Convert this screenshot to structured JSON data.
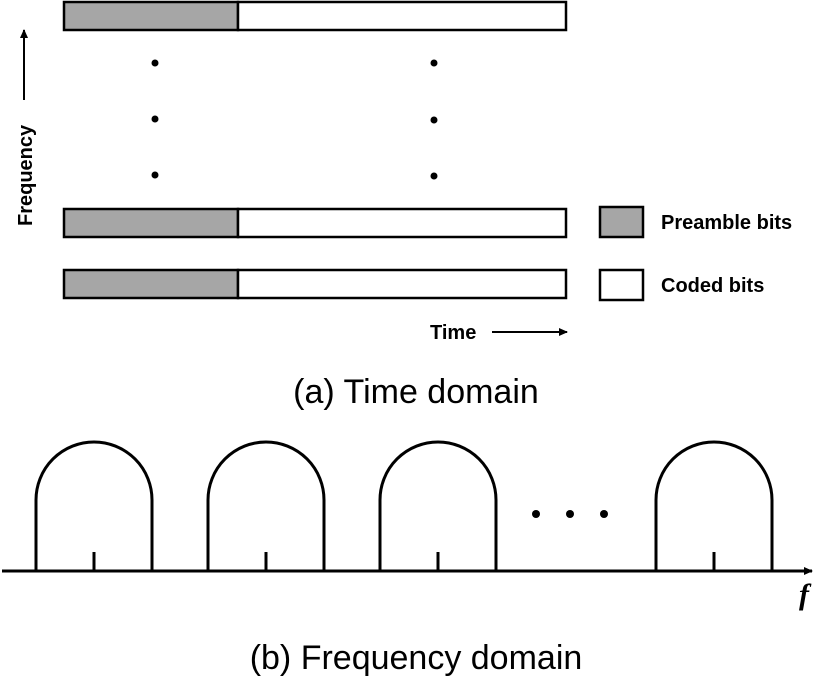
{
  "time_domain": {
    "y_axis_label": "Frequency",
    "x_axis_label": "Time",
    "caption": "(a) Time domain",
    "legend": [
      {
        "label": "Preamble bits",
        "color": "#a6a6a6"
      },
      {
        "label": "Coded bits",
        "color": "#ffffff"
      }
    ],
    "channel_rows_drawn": 3,
    "vertical_ellipsis_dots": 3
  },
  "frequency_domain": {
    "axis_label": "f",
    "caption": "(b) Frequency domain",
    "subcarriers_drawn": 4,
    "horizontal_ellipsis_dots": 3
  },
  "colors": {
    "preamble": "#a6a6a6",
    "coded": "#ffffff",
    "stroke": "#000000"
  }
}
